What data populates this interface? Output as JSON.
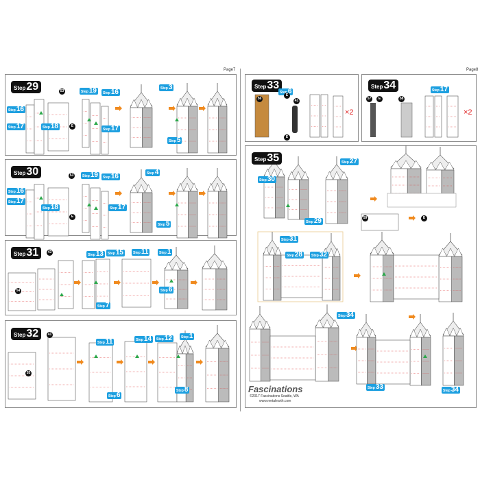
{
  "pages": {
    "left": "Page7",
    "right": "Page8"
  },
  "step_word": "Step",
  "steps": [
    {
      "num": "29",
      "callouts": [
        "16",
        "17",
        "18",
        "19",
        "16",
        "17",
        "3",
        "5"
      ],
      "parts": [
        "53",
        "E"
      ]
    },
    {
      "num": "30",
      "callouts": [
        "16",
        "17",
        "18",
        "19",
        "16",
        "17",
        "4",
        "5"
      ],
      "parts": [
        "53",
        "E"
      ]
    },
    {
      "num": "31",
      "callouts": [
        "13",
        "15",
        "11",
        "1",
        "6",
        "7"
      ],
      "parts": [
        "43",
        "54"
      ]
    },
    {
      "num": "32",
      "callouts": [
        "11",
        "14",
        "12",
        "1",
        "6",
        "8"
      ],
      "parts": [
        "41",
        "55"
      ]
    },
    {
      "num": "33",
      "callouts": [
        "6"
      ],
      "parts": [
        "56",
        "E",
        "41",
        "E"
      ],
      "multiplier": "×2"
    },
    {
      "num": "34",
      "callouts": [
        "17"
      ],
      "parts": [
        "57",
        "E",
        "58"
      ],
      "multiplier": "×2"
    },
    {
      "num": "35",
      "callouts": [
        "30",
        "27",
        "29",
        "31",
        "28",
        "32",
        "34",
        "33",
        "34"
      ],
      "parts": [
        "59",
        "E"
      ]
    }
  ],
  "footer": {
    "brand": "Fascinations",
    "copyright": "©2017 Fascinations Seattle, WA",
    "website": "www.metalearth.com"
  },
  "colors": {
    "callout": "#1ea0e0",
    "arrow": "#f08a1e",
    "pin": "#2aa84a"
  }
}
